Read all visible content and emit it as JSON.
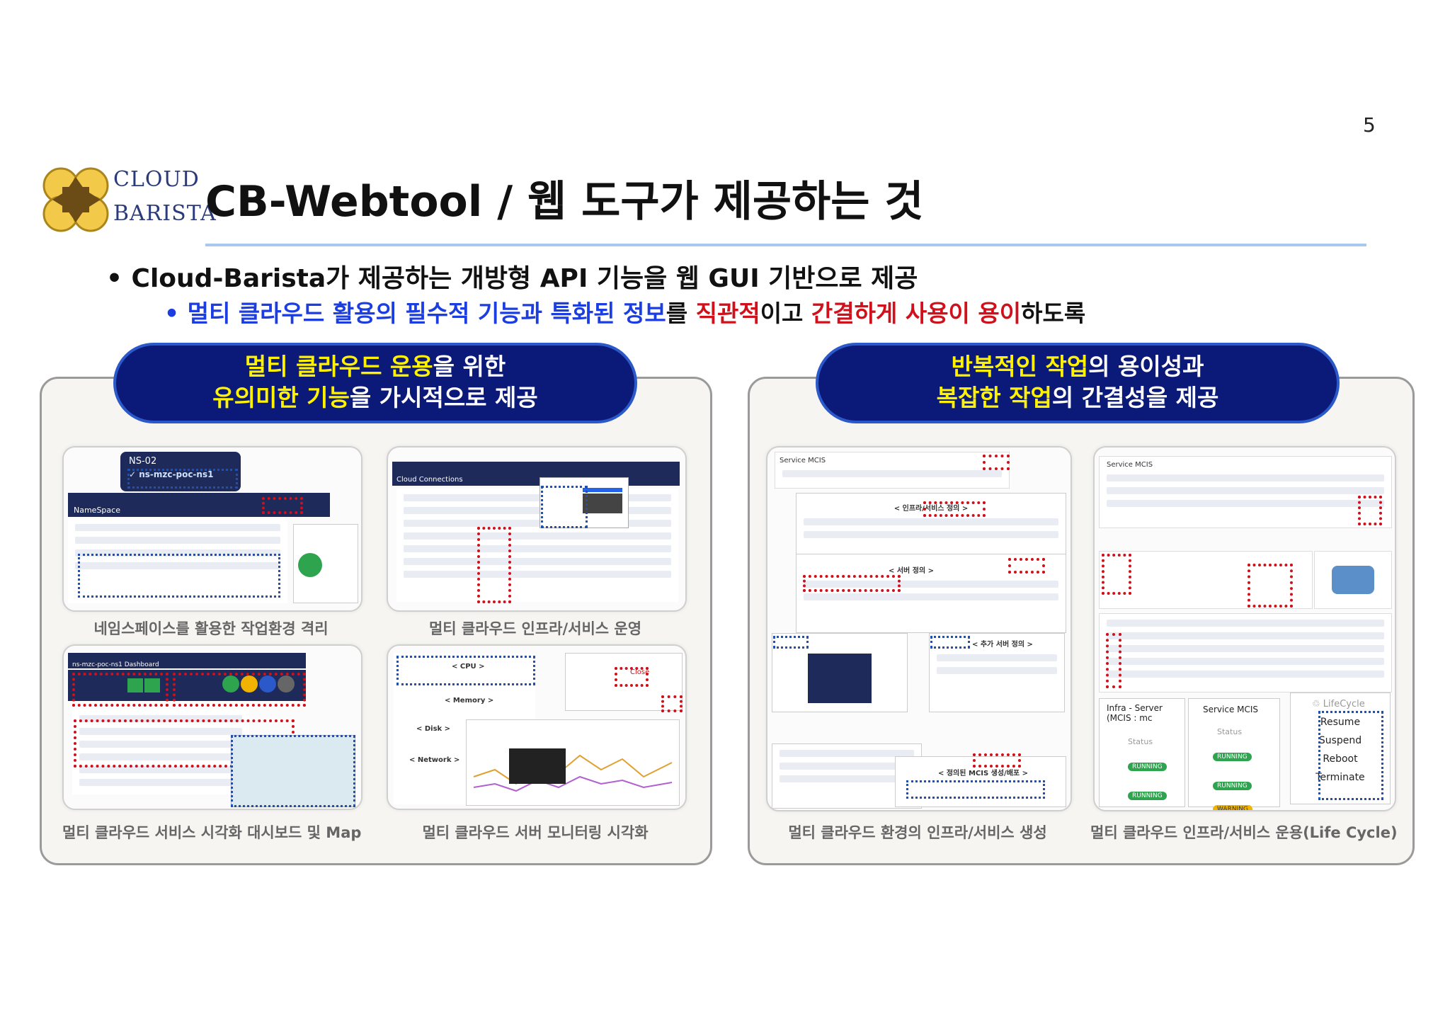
{
  "page_number": "5",
  "logo": {
    "word1": "CLOUD",
    "word2": "BARISTA"
  },
  "title": "CB-Webtool / 웹 도구가 제공하는 것",
  "bullet1": "Cloud-Barista가 제공하는 개방형 API 기능을 웹 GUI 기반으로 제공",
  "bullet2": {
    "part1": "멀티 클라우드 활용의 필수적 기능과 특화된 정보",
    "part2": "를 ",
    "part3": "직관적",
    "part4": "이고 ",
    "part5": "간결하게 사용이 용이",
    "part6": "하도록"
  },
  "left_panel": {
    "pill_line1_highlight": "멀티 클라우드 운용",
    "pill_line1_rest": "을 위한",
    "pill_line2_highlight": "유의미한 기능",
    "pill_line2_rest": "을 가시적으로 제공",
    "captions": [
      "네임스페이스를  활용한 작업환경 격리",
      "멀티 클라우드 인프라/서비스 운영",
      "멀티 클라우드 서비스 시각화 대시보드 및 Map",
      "멀티 클라우드 서버 모니터링 시각화"
    ],
    "thumb1": {
      "ns_title": "NS-02",
      "ns_selected": "✓ ns-mzc-poc-ns1",
      "page_title": "NameSpace"
    },
    "thumb2": {
      "page_title": "Cloud Connections"
    },
    "thumb3": {
      "page_title": "ns-mzc-poc-ns1 Dashboard"
    },
    "thumb4": {
      "labels": [
        "< CPU >",
        "< Memory >",
        "< Disk >",
        "< Network >"
      ],
      "close_label": "Close"
    }
  },
  "right_panel": {
    "pill_line1_highlight": "반복적인 작업",
    "pill_line1_rest": "의 용이성과",
    "pill_line2_highlight": "복잡한 작업",
    "pill_line2_rest": "의 간결성을 제공",
    "captions": [
      "멀티 클라우드 환경의 인프라/서비스 생성",
      "멀티 클라우드 인프라/서비스 운용(Life Cycle)"
    ],
    "thumb5": {
      "header": "Service MCIS",
      "labels": [
        "< 인프라/서비스 정의 >",
        "< 서버 정의 >",
        "< 추가 서버 정의 >",
        "< 정의된 MCIS 생성/배포 >"
      ]
    },
    "thumb6": {
      "header": "Service MCIS",
      "zoom1_title": "Infra - Server (MCIS : mc",
      "zoom2_title": "Service MCIS",
      "status_label": "Status",
      "running_label": "RUNNING",
      "warning_label": "WARNING",
      "lifecycle_title": "LifeCycle",
      "lifecycle_items": [
        "Resume",
        "Suspend",
        "Reboot",
        "Terminate"
      ]
    }
  },
  "colors": {
    "pill_bg": "#0b1a78",
    "highlight_yellow": "#fff200",
    "blue_text": "#1c3ee0",
    "red_text": "#d0101a",
    "rule": "#a8c8ef"
  }
}
